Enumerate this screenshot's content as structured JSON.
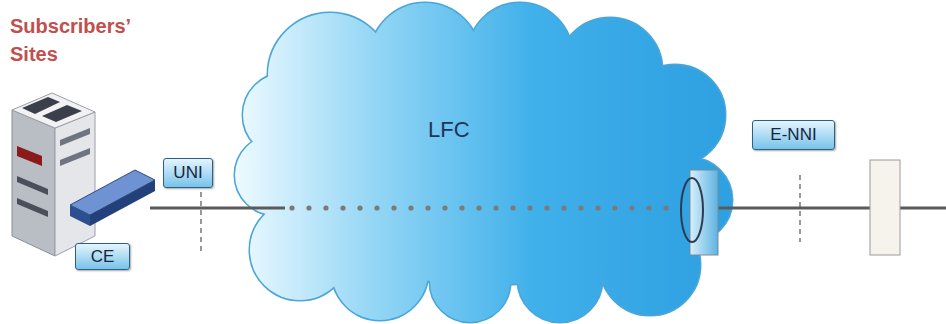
{
  "diagram": {
    "nodes": [
      {
        "text": [
          "LFC"
        ]
      },
      {
        "text": [
          "E-NNI"
        ]
      },
      {
        "text": [
          "UNI"
        ]
      },
      {
        "text": [
          "CE"
        ]
      }
    ],
    "labels": [
      "Subscribers’ Sites"
    ]
  }
}
